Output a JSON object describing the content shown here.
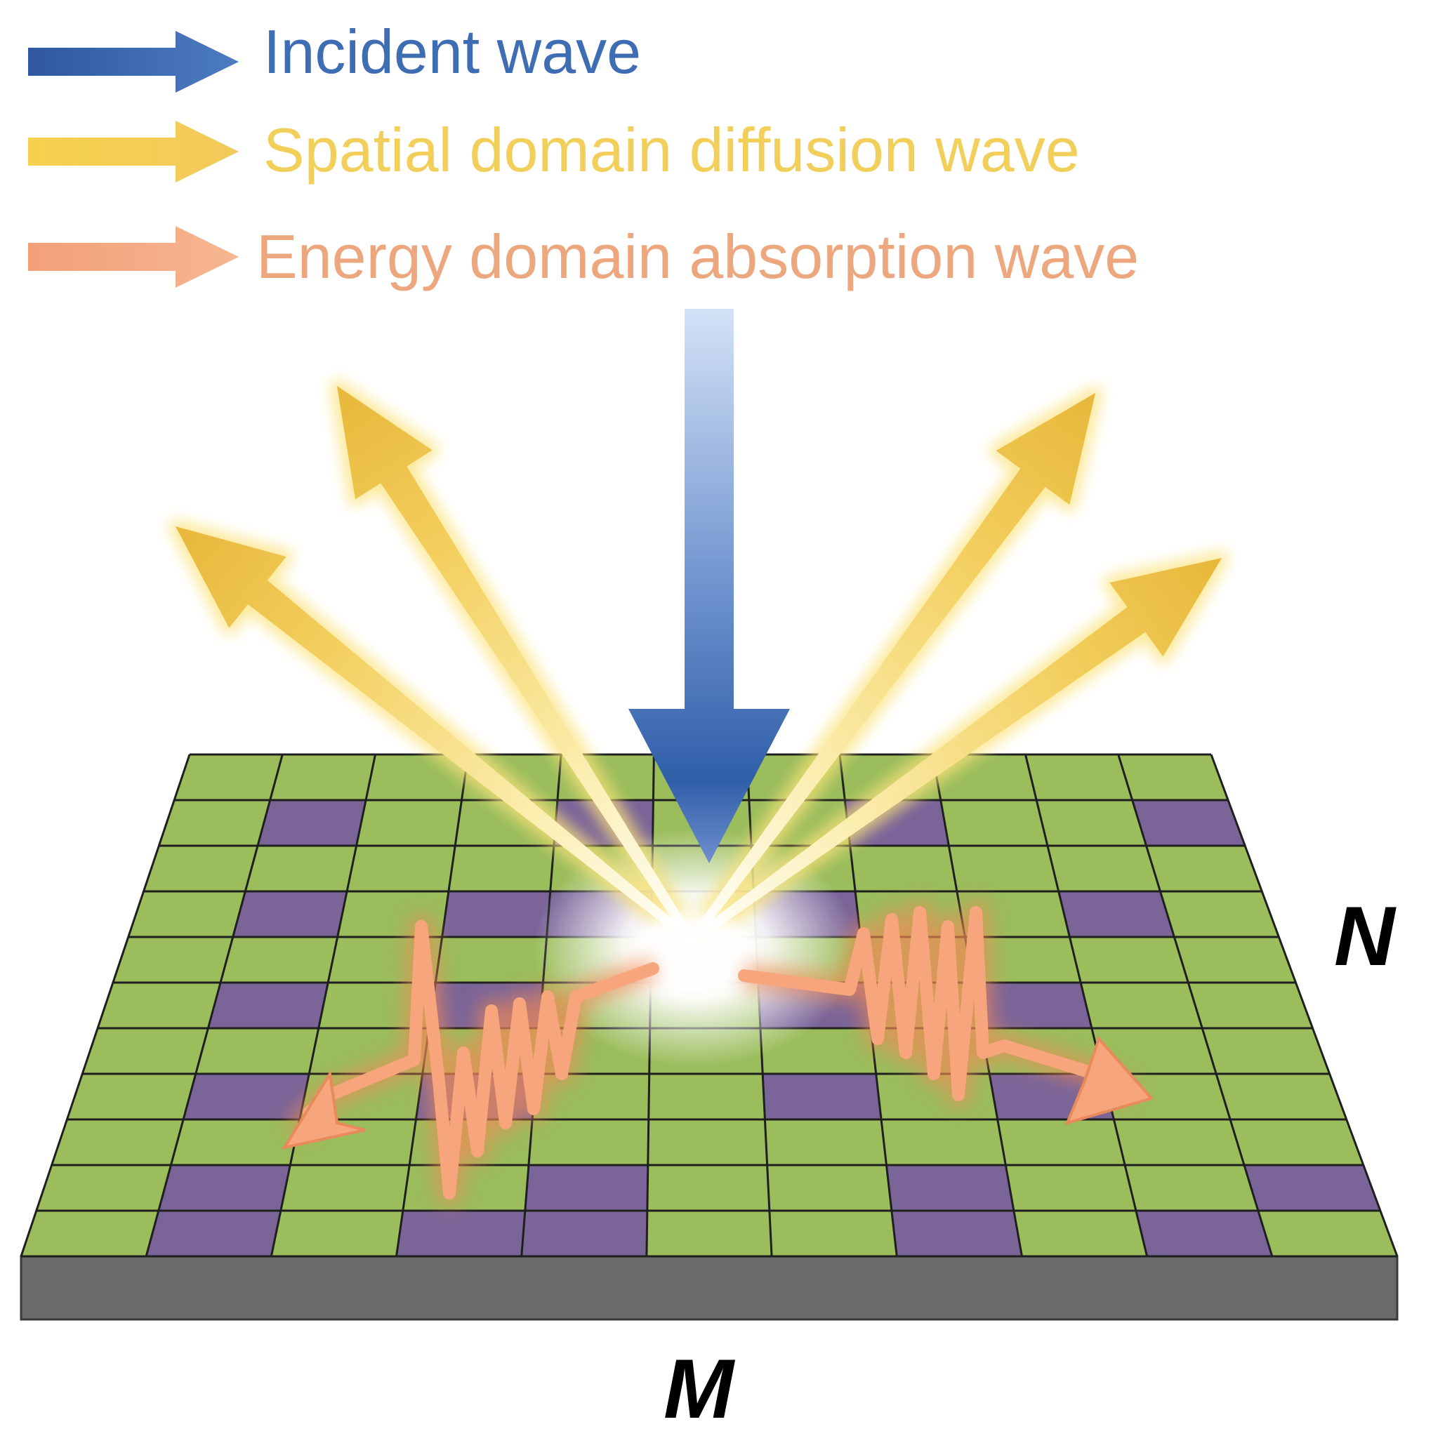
{
  "legend": {
    "items": [
      {
        "label": "Incident wave",
        "color": "#3f6db3"
      },
      {
        "label": "Spatial domain diffusion wave",
        "color": "#f2cf5a"
      },
      {
        "label": "Energy domain absorption wave",
        "color": "#eda77e"
      }
    ]
  },
  "surface": {
    "rows": 11,
    "cols": 11,
    "cell_pattern": [
      "GGGGGGGGGGG",
      "GPGGPGGPGGP",
      "GGGGGGGGGGG",
      "GPGPPGPGGPG",
      "GGGGGGGGGGG",
      "GPGPGGPGPGG",
      "GGGGGGGGGGG",
      "GPGPGGPGPGG",
      "GGGGGGGGGGG",
      "GPGGPGGPGGP",
      "GPGPPGGPGPG"
    ],
    "green": "#9bbd5c",
    "purple": "#7a6498",
    "base_color": "#6a6a6a",
    "grid_line_color": "#1f1f1f"
  },
  "labels": {
    "n_axis": "N",
    "m_axis": "M"
  }
}
